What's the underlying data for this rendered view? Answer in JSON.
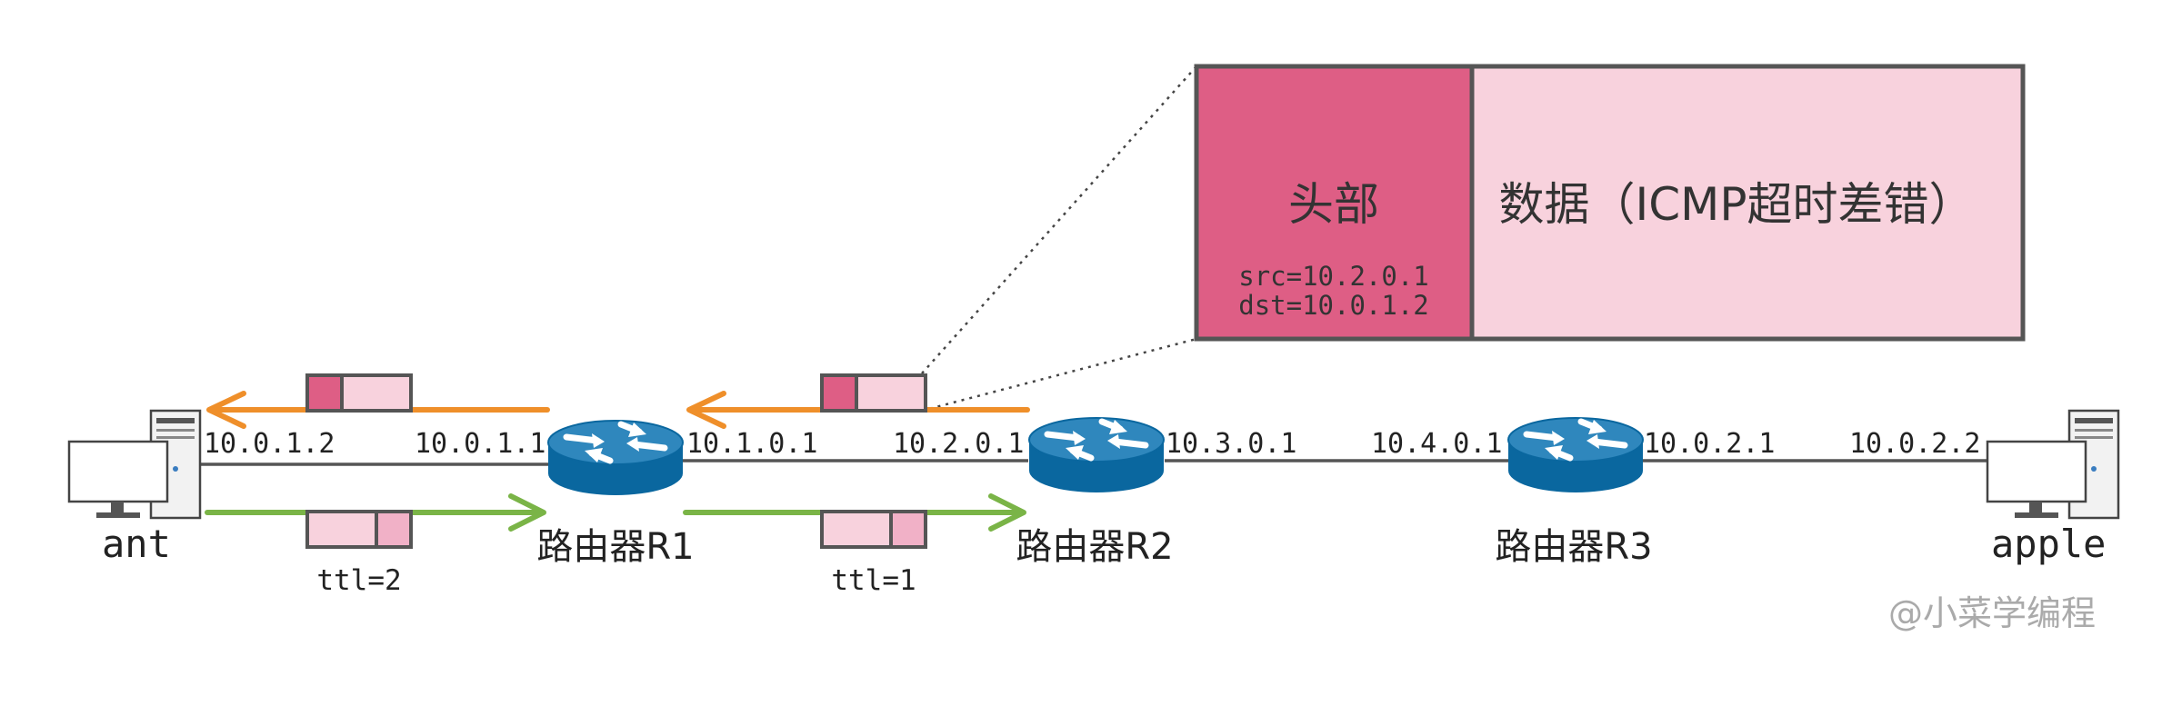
{
  "colors": {
    "header": "#de5e85",
    "payload": "#f8d2dd",
    "request_payload": "#f1b1c7",
    "border": "#555555",
    "link": "#555555",
    "orange_arrow": "#ef8f2a",
    "green_arrow": "#7ab447",
    "router": "#0a679f",
    "router_top": "#2f87bd"
  },
  "hosts": {
    "left": {
      "name": "ant",
      "ip": "10.0.1.2",
      "icon": "desktop-computer-icon"
    },
    "right": {
      "name": "apple",
      "ip": "10.0.2.2",
      "icon": "desktop-computer-icon"
    }
  },
  "routers": [
    {
      "name": "路由器R1",
      "ip_left": "10.0.1.1",
      "ip_right": "10.1.0.1",
      "icon": "router-icon"
    },
    {
      "name": "路由器R2",
      "ip_left": "10.2.0.1",
      "ip_right": "10.3.0.1",
      "icon": "router-icon"
    },
    {
      "name": "路由器R3",
      "ip_left": "10.4.0.1",
      "ip_right": "10.0.2.1",
      "icon": "router-icon"
    }
  ],
  "packets": {
    "request_ttl_1": "ttl=2",
    "request_ttl_2": "ttl=1"
  },
  "zoom": {
    "header_title": "头部",
    "src": "src=10.2.0.1",
    "dst": "dst=10.0.1.2",
    "data": "数据（ICMP超时差错）"
  },
  "watermark": "@小菜学编程"
}
